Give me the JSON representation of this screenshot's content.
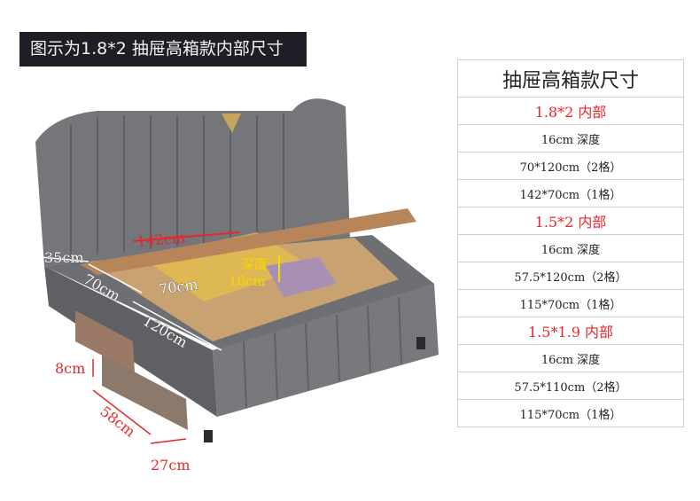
{
  "banner": "图示为1.8*2 抽屉高箱款内部尺寸",
  "table": {
    "title": "抽屉高箱款尺寸",
    "rows": [
      {
        "text": "1.8*2 内部",
        "highlight": true
      },
      {
        "text": "16cm 深度"
      },
      {
        "text": "70*120cm（2格）"
      },
      {
        "text": "142*70cm（1格）"
      },
      {
        "text": "1.5*2 内部",
        "highlight": true
      },
      {
        "text": "16cm 深度"
      },
      {
        "text": "57.5*120cm（2格）"
      },
      {
        "text": "115*70cm（1格）"
      },
      {
        "text": "1.5*1.9 内部",
        "highlight": true
      },
      {
        "text": "16cm 深度"
      },
      {
        "text": "57.5*110cm（2格）"
      },
      {
        "text": "115*70cm（1格）"
      }
    ]
  },
  "dimensions": {
    "d35": "35cm",
    "d142": "142cm",
    "d70a": "70cm",
    "d70b": "70cm",
    "depth_label": "深度",
    "depth_value": "16cm",
    "d120": "120cm",
    "d8": "8cm",
    "d58": "58cm",
    "d27": "27cm"
  },
  "colors": {
    "accent": "#e8262a",
    "banner_bg": "#1f1d26"
  }
}
